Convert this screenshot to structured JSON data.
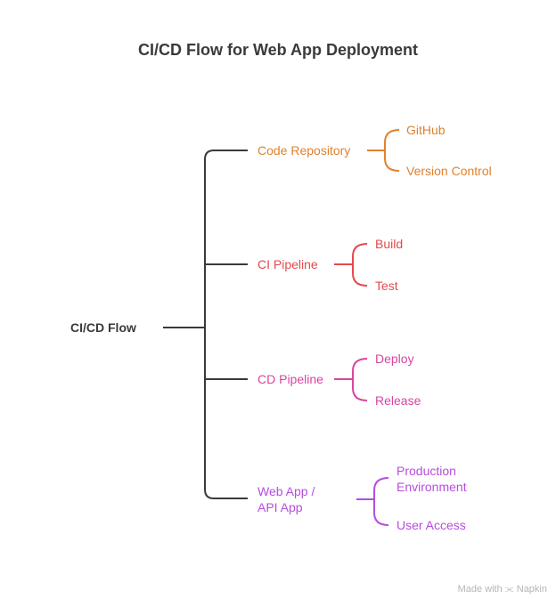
{
  "title": "CI/CD Flow for Web App Deployment",
  "root": {
    "label": "CI/CD Flow",
    "color": "#3a3a3a"
  },
  "branches": [
    {
      "label": "Code Repository",
      "color": "#e0822e",
      "children": [
        "GitHub",
        "Version Control"
      ]
    },
    {
      "label": "CI Pipeline",
      "color": "#e5484d",
      "children": [
        "Build",
        "Test"
      ]
    },
    {
      "label": "CD Pipeline",
      "color": "#d9459f",
      "children": [
        "Deploy",
        "Release"
      ]
    },
    {
      "label": "Web App / API App",
      "color": "#b54ddd",
      "children": [
        "Production Environment",
        "User Access"
      ]
    }
  ],
  "footer": {
    "made_with": "Made with",
    "brand": "Napkin"
  }
}
